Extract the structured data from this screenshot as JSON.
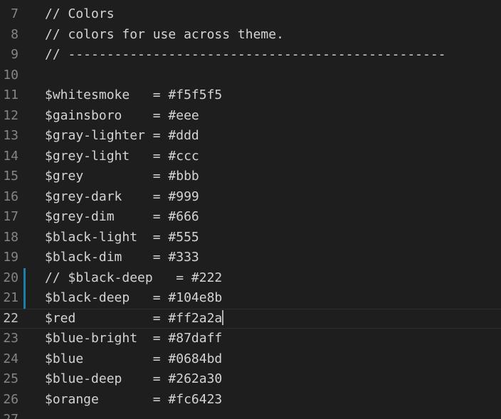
{
  "editor": {
    "lines": [
      {
        "num": "7",
        "text": "// Colors"
      },
      {
        "num": "8",
        "text": "// colors for use across theme."
      },
      {
        "num": "9",
        "text": "// -------------------------------------------------"
      },
      {
        "num": "10",
        "text": ""
      },
      {
        "num": "11",
        "text": "$whitesmoke   = #f5f5f5"
      },
      {
        "num": "12",
        "text": "$gainsboro    = #eee"
      },
      {
        "num": "13",
        "text": "$gray-lighter = #ddd"
      },
      {
        "num": "14",
        "text": "$grey-light   = #ccc"
      },
      {
        "num": "15",
        "text": "$grey         = #bbb"
      },
      {
        "num": "16",
        "text": "$grey-dark    = #999"
      },
      {
        "num": "17",
        "text": "$grey-dim     = #666"
      },
      {
        "num": "18",
        "text": "$black-light  = #555"
      },
      {
        "num": "19",
        "text": "$black-dim    = #333"
      },
      {
        "num": "20",
        "text": "// $black-deep   = #222"
      },
      {
        "num": "21",
        "text": "$black-deep   = #104e8b"
      },
      {
        "num": "22",
        "text": "$red          = #ff2a2a"
      },
      {
        "num": "23",
        "text": "$blue-bright  = #87daff"
      },
      {
        "num": "24",
        "text": "$blue         = #0684bd"
      },
      {
        "num": "25",
        "text": "$blue-deep    = #262a30"
      },
      {
        "num": "26",
        "text": "$orange       = #fc6423"
      },
      {
        "num": "27",
        "text": ""
      }
    ],
    "current_line": "22",
    "modified_lines": [
      "20",
      "21"
    ],
    "colors": {
      "background": "#1e1e1e",
      "text": "#d4d4d4",
      "line_number": "#858585",
      "line_number_active": "#c6c6c6",
      "modified_indicator": "#1b81a8"
    }
  }
}
